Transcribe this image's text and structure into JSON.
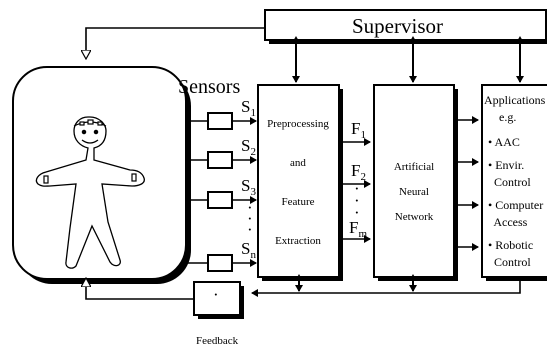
{
  "supervisor": {
    "label": "Supervisor"
  },
  "sensors": {
    "heading": "Sensors",
    "items": [
      {
        "base": "S",
        "sub": "1"
      },
      {
        "base": "S",
        "sub": "2"
      },
      {
        "base": "S",
        "sub": "3"
      },
      {
        "base": "S",
        "sub": "n"
      }
    ],
    "ellipsis": "·"
  },
  "preprocessing": {
    "lines": [
      "Preprocessing",
      "and",
      "Feature",
      "Extraction"
    ]
  },
  "features": {
    "items": [
      {
        "base": "F",
        "sub": "1"
      },
      {
        "base": "F",
        "sub": "2"
      },
      {
        "base": "F",
        "sub": "m"
      }
    ],
    "ellipsis": "·"
  },
  "ann": {
    "lines": [
      "Artificial",
      "Neural",
      "Network"
    ]
  },
  "applications": {
    "lines": [
      "Applications",
      "e.g.",
      "• AAC",
      "• Envir.",
      "  Control",
      "• Computer",
      "  Access",
      "• Robotic",
      "  Control"
    ]
  },
  "feedback": {
    "label": "Feedback",
    "dot": "·"
  },
  "icons": [
    "person-icon",
    "head-electrodes-icon"
  ]
}
